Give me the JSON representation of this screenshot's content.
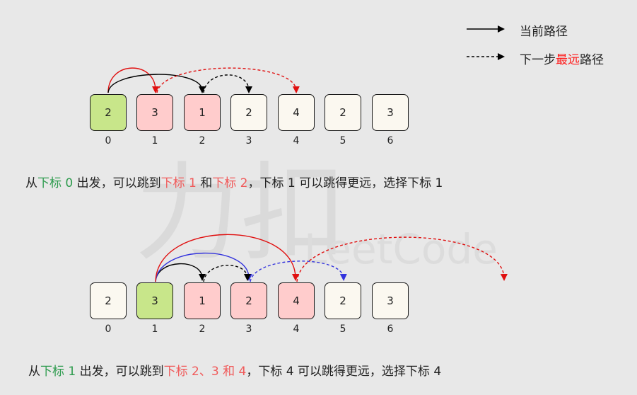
{
  "legend": {
    "solid_label": "当前路径",
    "dashed_label_prefix": "下一步",
    "dashed_label_highlight": "最远",
    "dashed_label_suffix": "路径"
  },
  "watermark": {
    "text": "力扣",
    "subtext": "LeetCode"
  },
  "colors": {
    "start_fill": "#c8e68a",
    "reachable_fill": "#ffcccc",
    "default_fill": "#fbf8f0",
    "arrow_black": "#000000",
    "arrow_red": "#e01010",
    "arrow_blue": "#3333dd",
    "text_green": "#2e9b4e",
    "text_red": "#f05a5a"
  },
  "diagram1": {
    "values": [
      "2",
      "3",
      "1",
      "2",
      "4",
      "2",
      "3"
    ],
    "indices": [
      "0",
      "1",
      "2",
      "3",
      "4",
      "5",
      "6"
    ],
    "caption": {
      "p1": "从",
      "g1": "下标 0",
      "p2": " 出发，可以跳到",
      "r1": "下标 1",
      "p3": " 和",
      "r2": "下标 2",
      "p4": "，下标 1 可以跳得更远，选择下标 1"
    }
  },
  "diagram2": {
    "values": [
      "2",
      "3",
      "1",
      "2",
      "4",
      "2",
      "3"
    ],
    "indices": [
      "0",
      "1",
      "2",
      "3",
      "4",
      "5",
      "6"
    ],
    "caption": {
      "p1": "从",
      "g1": "下标 1",
      "p2": " 出发，可以跳到",
      "r1": "下标 2、3 和 4",
      "p3": "，下标 4 可以跳得更远，选择下标 4"
    }
  }
}
